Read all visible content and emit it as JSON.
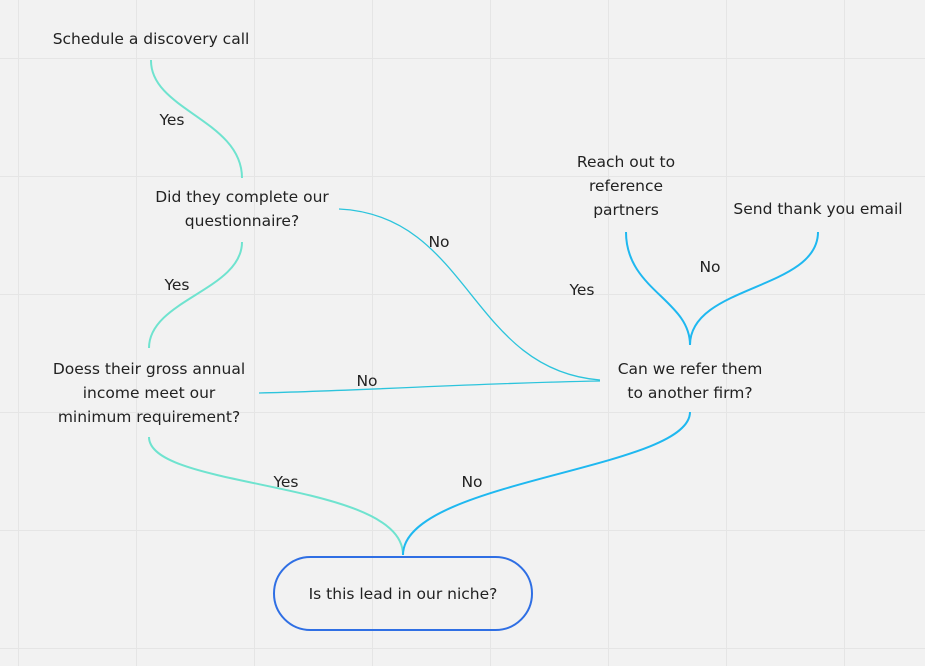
{
  "nodes": {
    "schedule": "Schedule a discovery call",
    "questionnaire": [
      "Did they complete our",
      "questionnaire?"
    ],
    "income": [
      "Doess their gross annual",
      "income meet our",
      "minimum requirement?"
    ],
    "reach_out": [
      "Reach out to",
      "reference",
      "partners"
    ],
    "thank_you": "Send thank you email",
    "refer": [
      "Can we refer them",
      "to another firm?"
    ],
    "niche": "Is this lead in our niche?"
  },
  "edge_labels": {
    "schedule_to_questionnaire": "Yes",
    "questionnaire_to_income": "Yes",
    "questionnaire_to_refer": "No",
    "income_to_refer": "No",
    "refer_to_reach_out": "Yes",
    "refer_to_thank_you": "No",
    "income_to_niche": "Yes",
    "refer_to_niche": "No"
  },
  "colors": {
    "teal_connector": "#6fe3cf",
    "blue_connector": "#1fb8f0",
    "terminal_border": "#2f6fe4",
    "background": "#f2f2f2",
    "grid_line": "#e5e5e5",
    "text": "#222222"
  }
}
